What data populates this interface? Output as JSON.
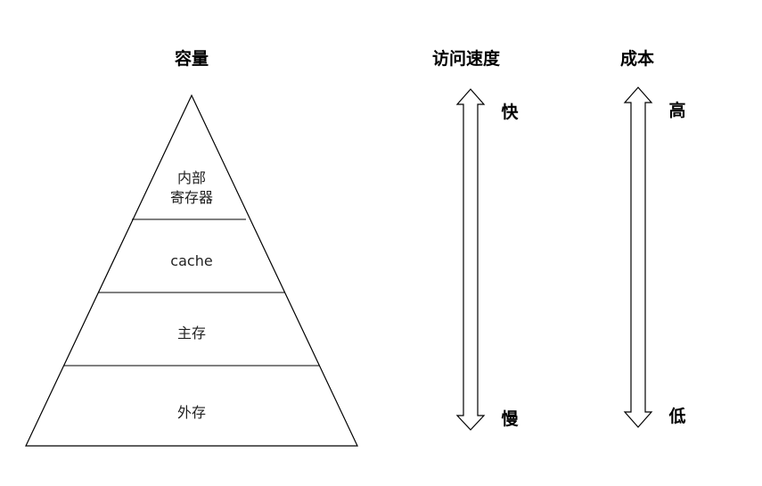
{
  "headings": {
    "capacity": "容量",
    "speed": "访问速度",
    "cost": "成本"
  },
  "pyramid": {
    "levels": [
      {
        "line1": "内部",
        "line2": "寄存器"
      },
      {
        "line1": "cache"
      },
      {
        "line1": "主存"
      },
      {
        "line1": "外存"
      }
    ]
  },
  "speed_arrow": {
    "top": "快",
    "bottom": "慢"
  },
  "cost_arrow": {
    "top": "高",
    "bottom": "低"
  }
}
